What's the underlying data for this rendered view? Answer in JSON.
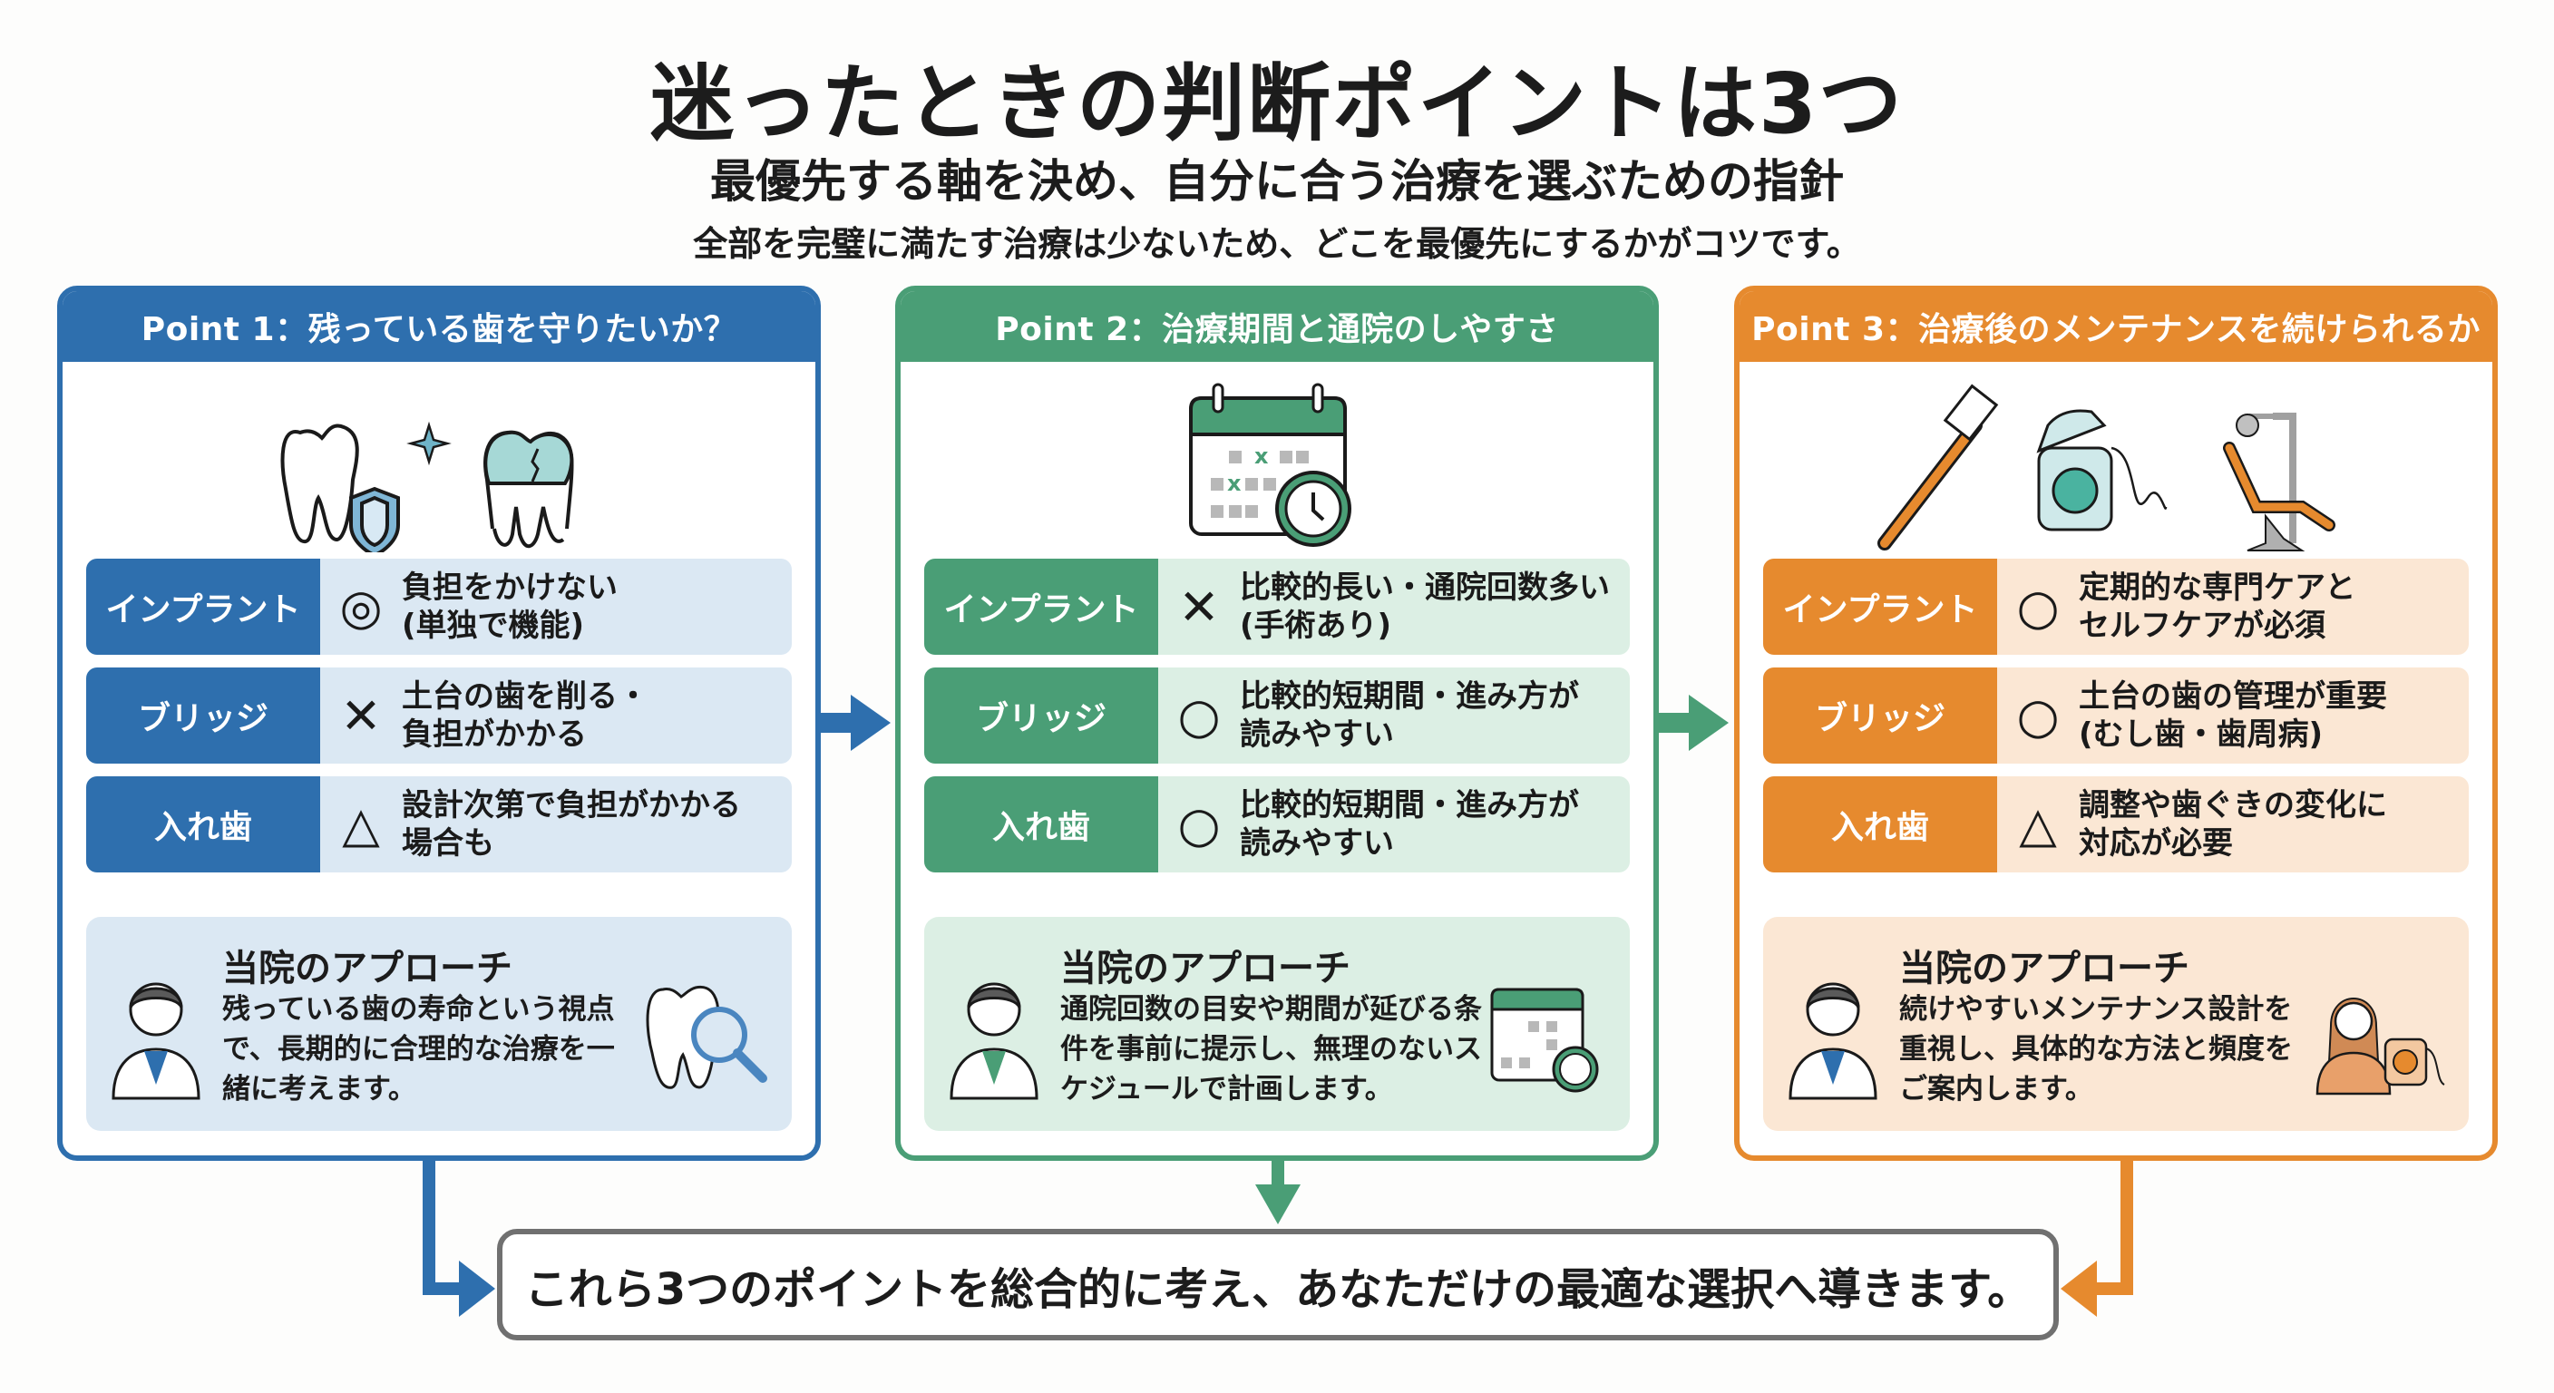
{
  "header": {
    "title": "迷ったときの判断ポイントは3つ",
    "subtitle": "最優先する軸を決め、自分に合う治療を選ぶための指針",
    "lead": "全部を完璧に満たす治療は少ないため、どこを最優先にするかがコツです。"
  },
  "colors": {
    "point1": "#2e6fae",
    "point1_light": "#dbe8f3",
    "point2": "#4a9e76",
    "point2_light": "#dcefe4",
    "point3": "#e68a2e",
    "point3_light": "#fbe7d4",
    "bottom_border": "#707070"
  },
  "points": [
    {
      "title": "Point 1：残っている歯を守りたいか？",
      "icons": [
        "tooth-with-shield-icon",
        "cracked-crown-tooth-icon"
      ],
      "rows": [
        {
          "treatment": "インプラント",
          "mark": "◎",
          "lines": [
            "負担をかけない",
            "(単独で機能)"
          ]
        },
        {
          "treatment": "ブリッジ",
          "mark": "✕",
          "lines": [
            "土台の歯を削る・",
            "負担がかかる"
          ]
        },
        {
          "treatment": "入れ歯",
          "mark": "△",
          "lines": [
            "設計次第で負担がかかる",
            "場合も"
          ]
        }
      ],
      "approach": {
        "heading": "当院のアプローチ",
        "text": "残っている歯の寿命という視点で、長期的に合理的な治療を一緒に考えます。",
        "icon": "tooth-magnifier-icon"
      }
    },
    {
      "title": "Point 2：治療期間と通院のしやすさ",
      "icons": [
        "calendar-clock-icon"
      ],
      "rows": [
        {
          "treatment": "インプラント",
          "mark": "✕",
          "lines": [
            "比較的長い・通院回数多い",
            "(手術あり)"
          ]
        },
        {
          "treatment": "ブリッジ",
          "mark": "○",
          "lines": [
            "比較的短期間・進み方が",
            "読みやすい"
          ]
        },
        {
          "treatment": "入れ歯",
          "mark": "○",
          "lines": [
            "比較的短期間・進み方が",
            "読みやすい"
          ]
        }
      ],
      "approach": {
        "heading": "当院のアプローチ",
        "text": "通院回数の目安や期間が延びる条件を事前に提示し、無理のないスケジュールで計画します。",
        "icon": "calendar-clock-icon"
      }
    },
    {
      "title": "Point 3：治療後のメンテナンスを続けられるか",
      "icons": [
        "toothbrush-icon",
        "dental-floss-icon",
        "dental-chair-icon"
      ],
      "rows": [
        {
          "treatment": "インプラント",
          "mark": "○",
          "lines": [
            "定期的な専門ケアと",
            "セルフケアが必須"
          ]
        },
        {
          "treatment": "ブリッジ",
          "mark": "○",
          "lines": [
            "土台の歯の管理が重要",
            "(むし歯・歯周病)"
          ]
        },
        {
          "treatment": "入れ歯",
          "mark": "△",
          "lines": [
            "調整や歯ぐきの変化に",
            "対応が必要"
          ]
        }
      ],
      "approach": {
        "heading": "当院のアプローチ",
        "text": "続けやすいメンテナンス設計を重視し、具体的な方法と頻度をご案内します。",
        "icon": "hygienist-with-floss-icon"
      }
    }
  ],
  "conclusion": "これら3つのポイントを総合的に考え、あなただけの最適な選択へ導きます。"
}
